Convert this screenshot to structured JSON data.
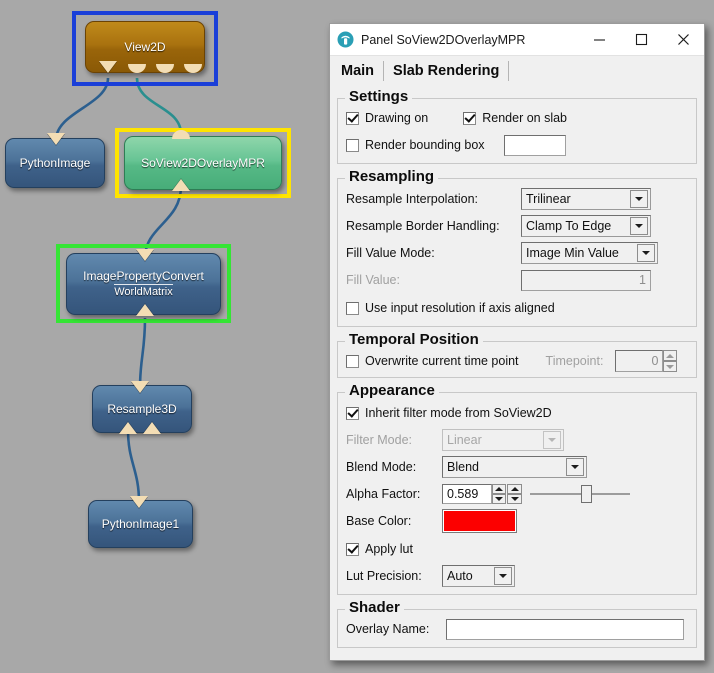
{
  "network": {
    "nodes": [
      {
        "id": "view2d",
        "label": "View2D",
        "sublabel": "",
        "selection": "blue"
      },
      {
        "id": "pythonimage",
        "label": "PythonImage",
        "sublabel": "",
        "selection": "none"
      },
      {
        "id": "soview2doverlaympr",
        "label": "SoView2DOverlayMPR",
        "sublabel": "",
        "selection": "yellow"
      },
      {
        "id": "imagepropertyconvert",
        "label": "ImagePropertyConvert",
        "sublabel": "WorldMatrix",
        "selection": "green"
      },
      {
        "id": "resample3d",
        "label": "Resample3D",
        "sublabel": "",
        "selection": "none"
      },
      {
        "id": "pythonimage1",
        "label": "PythonImage1",
        "sublabel": "",
        "selection": "none"
      }
    ],
    "colors": {
      "canvas": "#a8a8a8",
      "select_blue": "#1a3fd8",
      "select_yellow": "#ffe400",
      "select_green": "#35e535",
      "connector": "#f3ddb4",
      "wire_blue": "#2c5f8f",
      "wire_teal": "#2a8f8f"
    }
  },
  "panel": {
    "titlebar": {
      "icon": "panel-app-icon",
      "title": "Panel SoView2DOverlayMPR",
      "minimize_label": "Minimize",
      "maximize_label": "Maximize",
      "close_label": "Close"
    },
    "tabs": [
      {
        "label": "Main",
        "active": true
      },
      {
        "label": "Slab Rendering",
        "active": false
      }
    ],
    "groups": {
      "settings": {
        "legend": "Settings",
        "drawing_on": {
          "label": "Drawing on",
          "checked": true
        },
        "render_on_slab": {
          "label": "Render on slab",
          "checked": true
        },
        "render_bounding_box": {
          "label": "Render bounding box",
          "checked": false
        },
        "bounding_box_value": "",
        "bounding_box_placeholder": ""
      },
      "resampling": {
        "legend": "Resampling",
        "resample_interpolation": {
          "label": "Resample Interpolation:",
          "value": "Trilinear"
        },
        "resample_border_handling": {
          "label": "Resample Border Handling:",
          "value": "Clamp To Edge"
        },
        "fill_value_mode": {
          "label": "Fill Value Mode:",
          "value": "Image Min Value"
        },
        "fill_value": {
          "label": "Fill Value:",
          "value": "1",
          "disabled": true
        },
        "use_input_resolution": {
          "label": "Use input resolution if axis aligned",
          "checked": false
        }
      },
      "temporal_position": {
        "legend": "Temporal Position",
        "overwrite_current_time_point": {
          "label": "Overwrite current time point",
          "checked": false
        },
        "timepoint": {
          "label": "Timepoint:",
          "value": "0",
          "disabled": true
        }
      },
      "appearance": {
        "legend": "Appearance",
        "inherit_filter_mode": {
          "label": "Inherit filter mode from SoView2D",
          "checked": true
        },
        "filter_mode": {
          "label": "Filter Mode:",
          "value": "Linear",
          "disabled": true
        },
        "blend_mode": {
          "label": "Blend Mode:",
          "value": "Blend"
        },
        "alpha_factor": {
          "label": "Alpha Factor:",
          "value": "0.589",
          "slider_percent": 58.9
        },
        "base_color": {
          "label": "Base Color:",
          "color": "#fc0000"
        },
        "apply_lut": {
          "label": "Apply lut",
          "checked": true
        },
        "lut_precision": {
          "label": "Lut Precision:",
          "value": "Auto"
        }
      },
      "shader": {
        "legend": "Shader",
        "overlay_name": {
          "label": "Overlay Name:",
          "value": "",
          "placeholder": ""
        }
      }
    }
  }
}
